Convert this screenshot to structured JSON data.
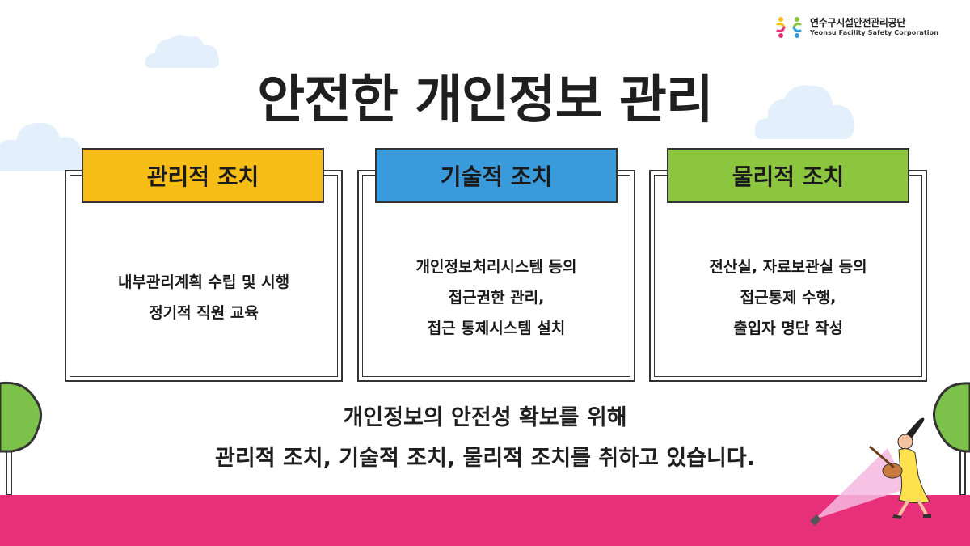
{
  "logo": {
    "korean_name": "연수구시설안전관리공단",
    "english_name": "Yeonsu Facility Safety Corporation"
  },
  "title": "안전한 개인정보 관리",
  "cards": [
    {
      "heading": "관리적 조치",
      "color": "#f6bd16",
      "lines": [
        "내부관리계획 수립 및 시행",
        "정기적 직원 교육"
      ]
    },
    {
      "heading": "기술적 조치",
      "color": "#3a9bdc",
      "lines": [
        "개인정보처리시스템 등의",
        "접근권한 관리,",
        "접근 통제시스템 설치"
      ]
    },
    {
      "heading": "물리적 조치",
      "color": "#8cc63f",
      "lines": [
        "전산실, 자료보관실 등의",
        "접근통제 수행,",
        "출입자 명단 작성"
      ]
    }
  ],
  "summary": {
    "line1": "개인정보의 안전성 확보를 위해",
    "line2": "관리적 조치, 기술적 조치, 물리적 조치를 취하고 있습니다."
  },
  "colors": {
    "ground": "#e8307a",
    "cloud": "#e3effa",
    "tree": "#7cc24a"
  }
}
